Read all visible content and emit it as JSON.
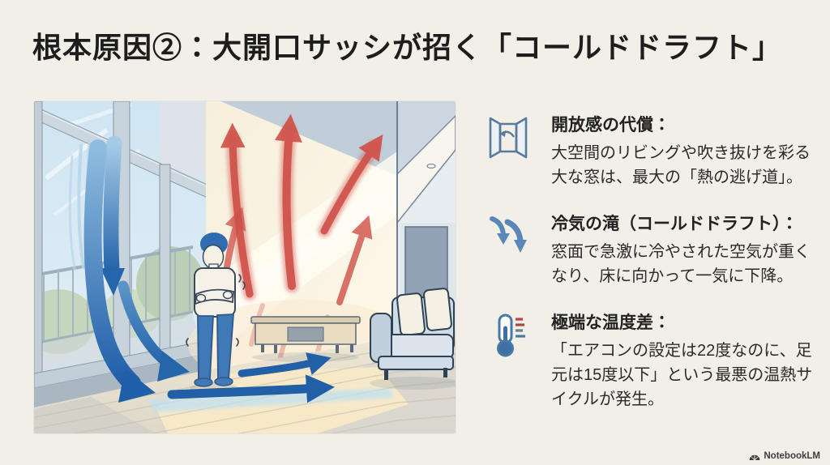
{
  "slide": {
    "title": "根本原因②：大開口サッシが招く「コールドドラフト」",
    "background_color": "#f1efe8",
    "title_color": "#1d1d1d"
  },
  "points": [
    {
      "icon": "open-window-icon",
      "heading": "開放感の代償：",
      "body": "大空間のリビングや吹き抜けを彩る大な窓は、最大の「熱の逃げ道」。"
    },
    {
      "icon": "cold-downdraft-arrows-icon",
      "heading": "冷気の滝（コールドドラフト）：",
      "body": "窓面で急激に冷やされた空気が重くなり、床に向かって一気に下降。"
    },
    {
      "icon": "thermometer-icon",
      "heading": "極端な温度差：",
      "body": "「エアコンの設定は22度なのに、足元は15度以下」という最悪の温熱サイクルが発生。"
    }
  ],
  "illustration": {
    "description": "Living room with floor-to-ceiling glass wall: cold air (blue arrows) sinks along the window and races across the floor past a shivering person, while warm air (red arrows) rises along the far wall.",
    "cold_air_color": "#2f6cb0",
    "warm_air_color": "#d0544b"
  },
  "footer": {
    "watermark": "NotebookLM"
  }
}
